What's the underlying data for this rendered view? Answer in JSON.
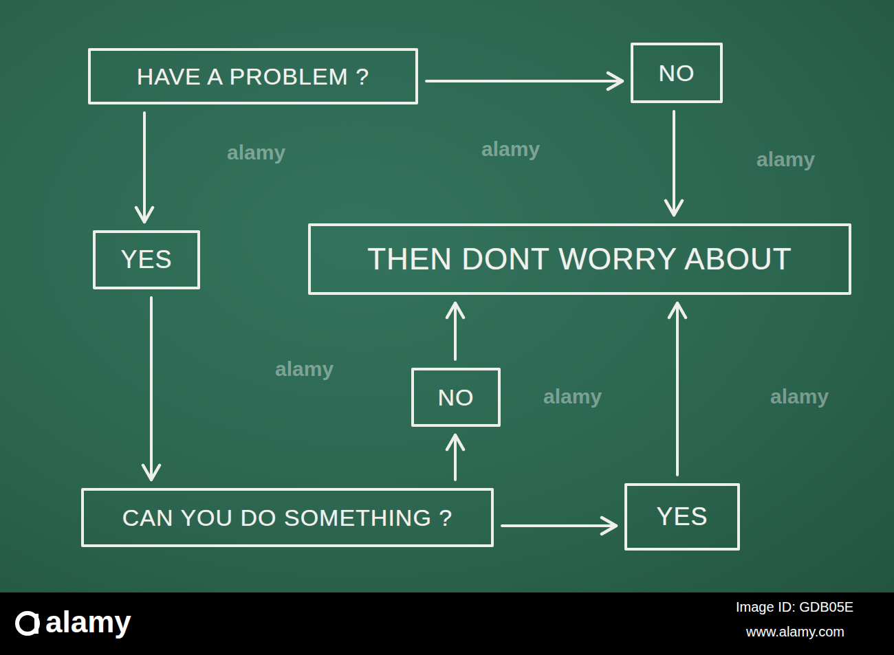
{
  "diagram": {
    "nodes": [
      {
        "text": [
          "HAVE A PROBLEM ?"
        ]
      },
      {
        "text": [
          "NO"
        ]
      },
      {
        "text": [
          "YES"
        ]
      },
      {
        "text": [
          "THEN DONT WORRY ABOUT"
        ]
      },
      {
        "text": [
          "NO"
        ]
      },
      {
        "text": [
          "CAN YOU DO SOMETHING ?"
        ]
      },
      {
        "text": [
          "YES"
        ]
      }
    ],
    "edges": [
      {
        "from": 0,
        "to": 1,
        "arrow": "to"
      },
      {
        "from": 0,
        "to": 2,
        "arrow": "to"
      },
      {
        "from": 1,
        "to": 3,
        "arrow": "to"
      },
      {
        "from": 2,
        "to": 5,
        "arrow": "to"
      },
      {
        "from": 5,
        "to": 4,
        "arrow": "to"
      },
      {
        "from": 4,
        "to": 3,
        "arrow": "to"
      },
      {
        "from": 5,
        "to": 6,
        "arrow": "to"
      },
      {
        "from": 6,
        "to": 3,
        "arrow": "to"
      }
    ],
    "labels": [
      "alamy",
      "alamy",
      "alamy",
      "alamy",
      "alamy",
      "alamy",
      "alamy",
      "Image ID: GDB05E",
      "www.alamy.com"
    ]
  }
}
